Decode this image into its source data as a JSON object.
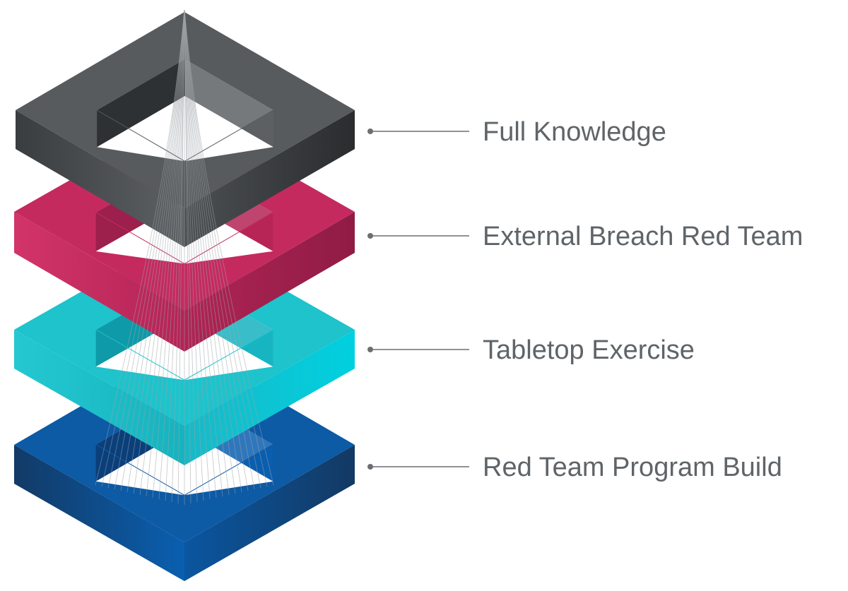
{
  "layers": [
    {
      "label": "Full Knowledge",
      "colors": {
        "top": "#575b5e",
        "left_from": "#3a3d40",
        "left_to": "#5d6164",
        "right_from": "#4c5053",
        "right_to": "#2a2c2e",
        "inner": "#2e3133"
      }
    },
    {
      "label": "External Breach Red Team",
      "colors": {
        "top": "#c52a5f",
        "left_from": "#d23468",
        "left_to": "#b42456",
        "right_from": "#b02454",
        "right_to": "#8f1c45",
        "inner": "#9c1f4c"
      }
    },
    {
      "label": "Tabletop Exercise",
      "colors": {
        "top": "#1ec3cc",
        "left_from": "#24c8d1",
        "left_to": "#16b3bf",
        "right_from": "#1bb8c6",
        "right_to": "#00d0e0",
        "inner": "#0e9aa8"
      }
    },
    {
      "label": "Red Team Program Build",
      "colors": {
        "top": "#0d5aa5",
        "left_from": "#123a66",
        "left_to": "#0a5fb0",
        "right_from": "#0a56a0",
        "right_to": "#133963",
        "inner": "#0a3f7a"
      }
    }
  ]
}
